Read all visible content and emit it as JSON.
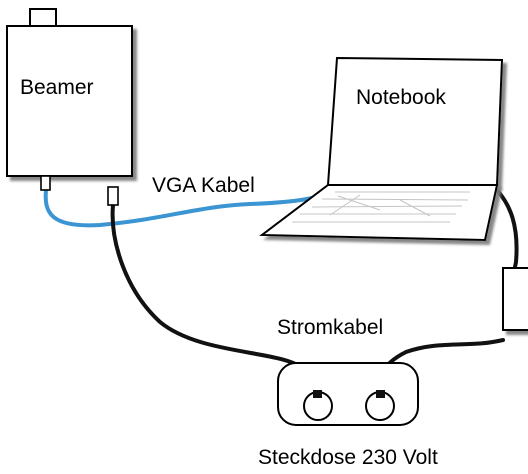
{
  "labels": {
    "beamer": "Beamer",
    "notebook": "Notebook",
    "vga_cable": "VGA Kabel",
    "power_cable": "Stromkabel",
    "socket": "Steckdose 230 Volt"
  },
  "colors": {
    "vga_cable": "#3a95d2",
    "power_cable": "#111111",
    "device_shadow": "#7a7a7a",
    "outline": "#000000"
  }
}
